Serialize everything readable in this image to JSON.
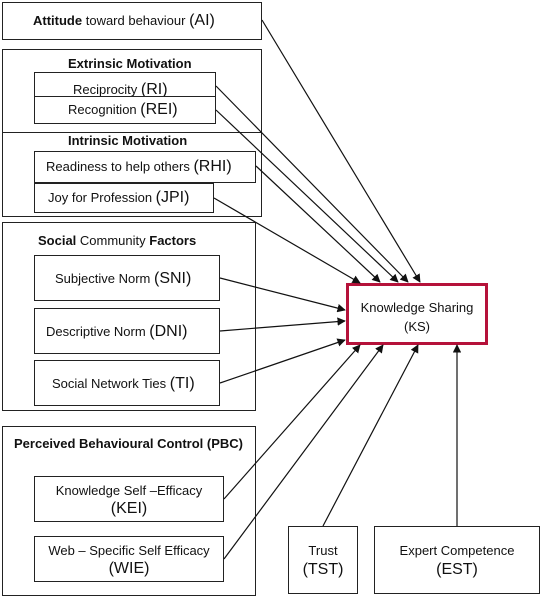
{
  "boxes": {
    "ai": {
      "bold": "Attitude",
      "rest": " toward behaviour ",
      "code": "(AI)"
    },
    "extrinsic_title": "Extrinsic Motivation",
    "ri": {
      "text": "Reciprocity ",
      "code": "(RI)"
    },
    "rei": {
      "text": "Recognition ",
      "code": "(REI)"
    },
    "intrinsic_title": "Intrinsic Motivation",
    "rhi": {
      "text": "Readiness to help others ",
      "code": "(RHI)"
    },
    "jpi": {
      "text": "Joy for Profession ",
      "code": "(JPI)"
    },
    "social": {
      "bold1": "Social",
      "mid": " Community ",
      "bold2": "Factors"
    },
    "sni": {
      "text": "Subjective Norm ",
      "code": "(SNI)"
    },
    "dni": {
      "text": "Descriptive  Norm ",
      "code": "(DNI)"
    },
    "ti": {
      "text": "Social Network Ties ",
      "code": "(TI)"
    },
    "pbc_title": "Perceived Behavioural Control (PBC)",
    "kei": {
      "text": "Knowledge Self –Efficacy",
      "code": "(KEI)"
    },
    "wie": {
      "text": "Web – Specific Self Efficacy",
      "code": "(WIE)"
    },
    "tst": {
      "text": "Trust",
      "code": "(TST)"
    },
    "est": {
      "text": "Expert Competence",
      "code": "(EST)"
    },
    "ks": {
      "text": "Knowledge Sharing",
      "code": "(KS)"
    }
  },
  "colors": {
    "ks_border": "#b5123a",
    "line": "#111111"
  }
}
